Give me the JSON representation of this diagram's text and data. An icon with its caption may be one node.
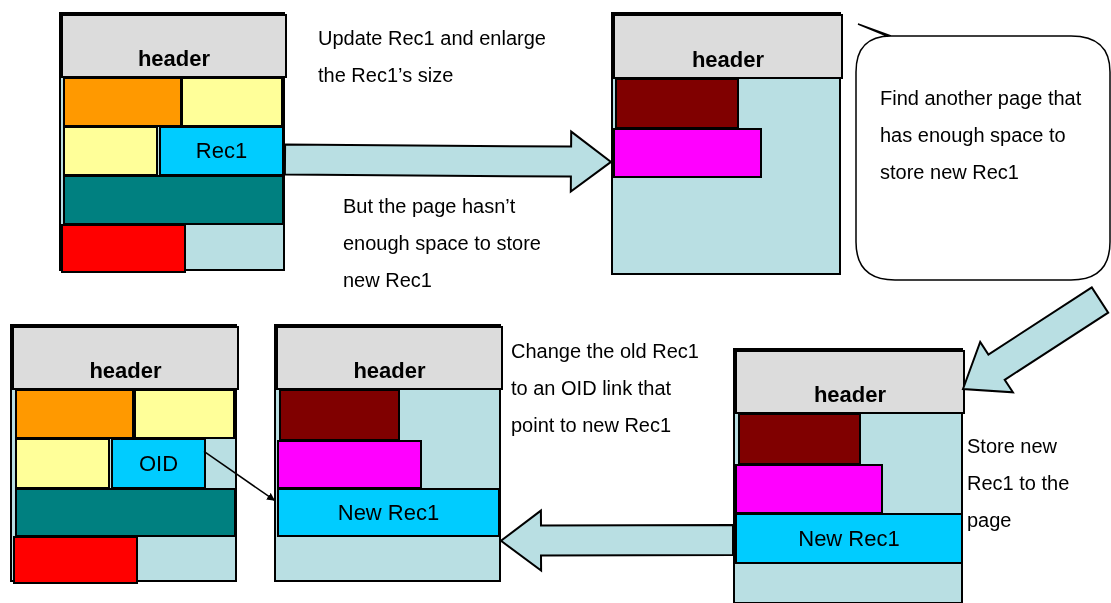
{
  "diagram": {
    "nodes": [
      {
        "text": [],
        "shape": "box"
      },
      {
        "text": [
          "header"
        ],
        "in": 0
      },
      {
        "text": [],
        "shape": "box",
        "in": 0
      },
      {
        "text": [],
        "shape": "box",
        "in": 0
      },
      {
        "text": [],
        "shape": "box",
        "in": 0
      },
      {
        "text": [
          "Rec1"
        ],
        "in": 0
      },
      {
        "text": [],
        "shape": "box",
        "in": 0
      },
      {
        "text": [],
        "shape": "box",
        "in": 0
      },
      {
        "text": [],
        "shape": "box"
      },
      {
        "text": [
          "header"
        ],
        "in": 8
      },
      {
        "text": [],
        "shape": "box",
        "in": 8
      },
      {
        "text": [],
        "shape": "box",
        "in": 8
      },
      {
        "text": [
          "Find another page that has enough space to store new Rec1"
        ]
      },
      {
        "text": [],
        "shape": "box"
      },
      {
        "text": [
          "header"
        ],
        "in": 13
      },
      {
        "text": [],
        "shape": "box",
        "in": 13
      },
      {
        "text": [],
        "shape": "box",
        "in": 13
      },
      {
        "text": [],
        "shape": "box",
        "in": 13
      },
      {
        "text": [
          "OID"
        ],
        "in": 13
      },
      {
        "text": [],
        "shape": "box",
        "in": 13
      },
      {
        "text": [],
        "shape": "box",
        "in": 13
      },
      {
        "text": [],
        "shape": "box"
      },
      {
        "text": [
          "header"
        ],
        "in": 21
      },
      {
        "text": [],
        "shape": "box",
        "in": 21
      },
      {
        "text": [],
        "shape": "box",
        "in": 21
      },
      {
        "text": [
          "New Rec1"
        ],
        "in": 21
      },
      {
        "text": [],
        "shape": "box"
      },
      {
        "text": [
          "header"
        ],
        "in": 26
      },
      {
        "text": [],
        "shape": "box",
        "in": 26
      },
      {
        "text": [],
        "shape": "box",
        "in": 26
      },
      {
        "text": [
          "New Rec1"
        ],
        "in": 26
      }
    ],
    "edges": [
      {
        "from": 0,
        "to": 8,
        "arrow": "to",
        "style": "thick"
      },
      {
        "from": null,
        "to": 26,
        "arrow": "to",
        "style": "thick"
      },
      {
        "from": 26,
        "to": 21,
        "arrow": "to",
        "style": "thick"
      },
      {
        "from": 18,
        "to": 25,
        "arrow": "to"
      }
    ],
    "labels": [
      "Update Rec1 and enlarge the Rec1’s size",
      "But the page hasn’t enough space to store new Rec1",
      "Change the old Rec1 to an OID link that point to new Rec1",
      "Store new Rec1 to the page"
    ]
  }
}
